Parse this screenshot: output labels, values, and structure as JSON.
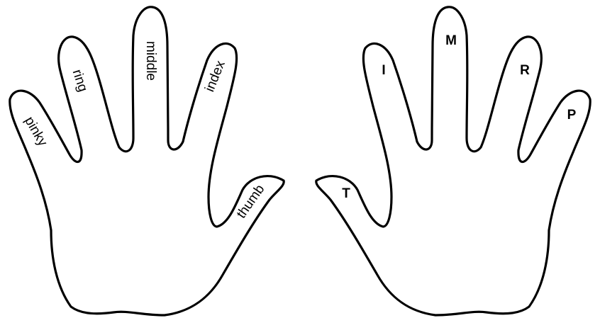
{
  "left_hand": {
    "labels": {
      "pinky": "pinky",
      "ring": "ring",
      "middle": "middle",
      "index": "index",
      "thumb": "thumb"
    }
  },
  "right_hand": {
    "labels": {
      "thumb": "T",
      "index": "I",
      "middle": "M",
      "ring": "R",
      "pinky": "P"
    }
  }
}
